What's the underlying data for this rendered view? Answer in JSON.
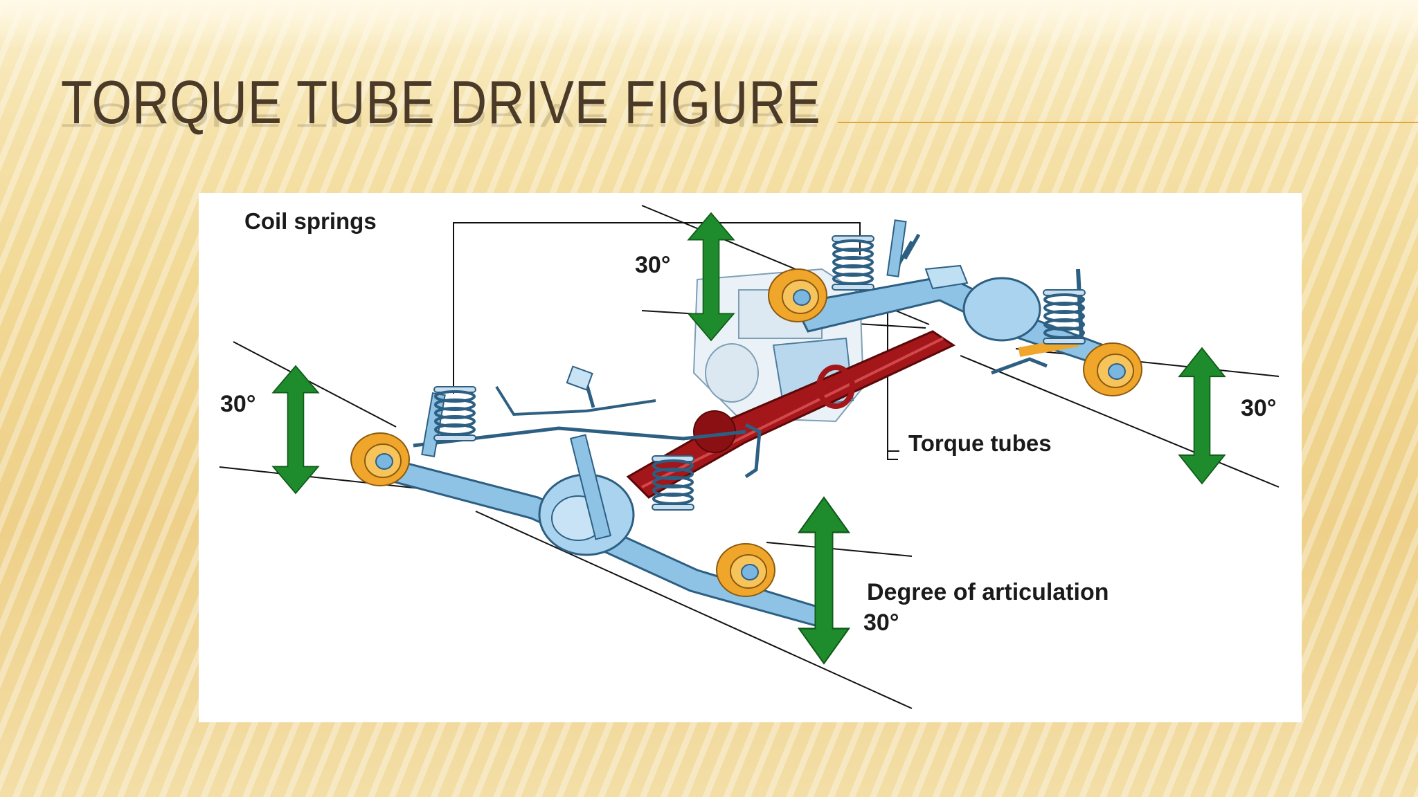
{
  "slide": {
    "title": "TORQUE TUBE DRIVE FIGURE",
    "bullet_icon": "x-bullet-icon"
  },
  "figure": {
    "labels": {
      "coil_springs": "Coil springs",
      "torque_tubes": "Torque tubes",
      "degree_of_articulation": "Degree of articulation"
    },
    "angles": {
      "front_right": "30°",
      "rear_left": "30°",
      "front_far_right": "30°",
      "rear_bottom": "30°"
    }
  },
  "colors": {
    "title_text": "#4b3a27",
    "accent_rule": "#e5a33f",
    "axle_blue": "#8ec3e6",
    "torque_tube_red": "#a3161a",
    "brake_orange": "#f0a62a",
    "arrow_green": "#1e8b2c"
  }
}
